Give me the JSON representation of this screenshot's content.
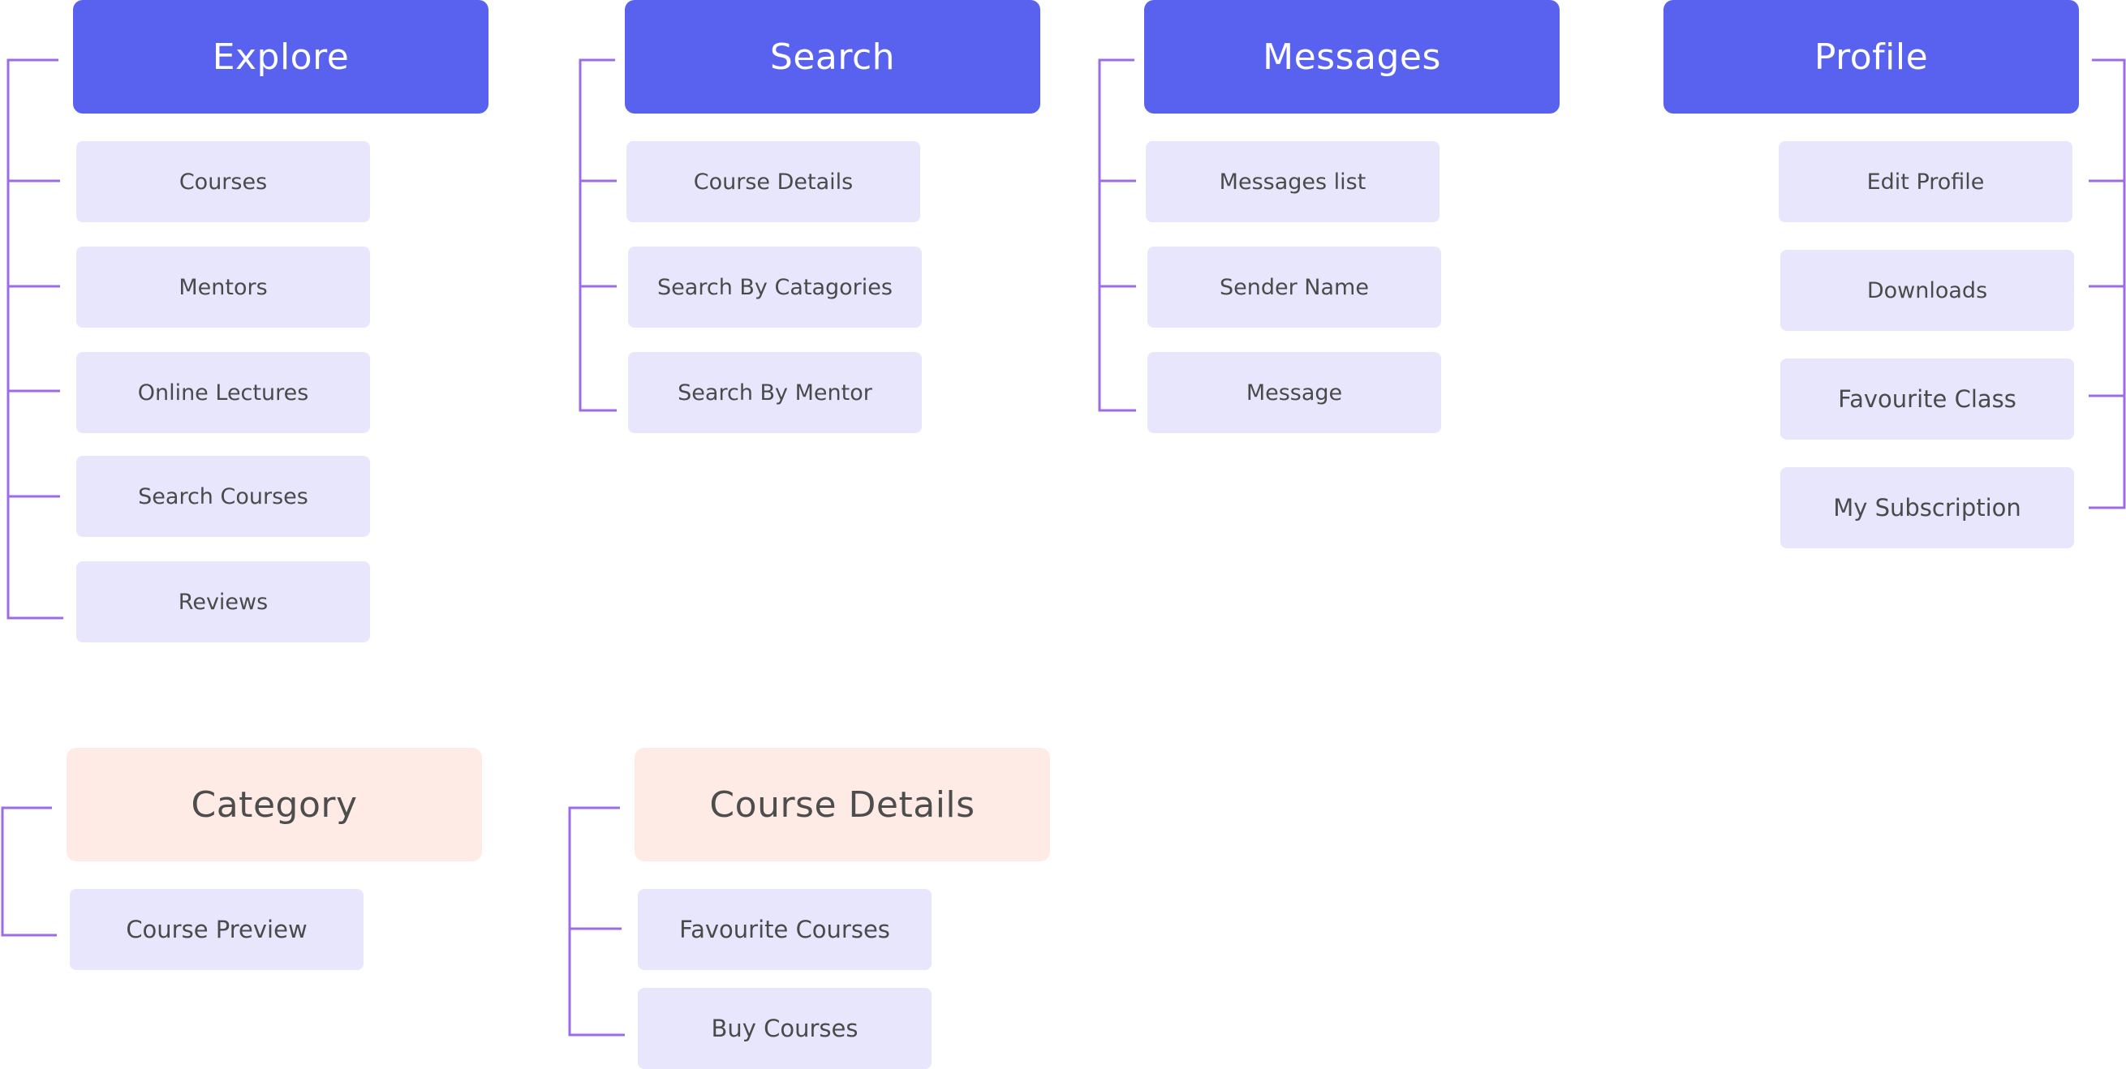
{
  "groups": [
    {
      "header": "Explore",
      "items": [
        "Courses",
        "Mentors",
        "Online Lectures",
        "Search Courses",
        "Reviews"
      ]
    },
    {
      "header": "Search",
      "items": [
        "Course Details",
        "Search By Catagories",
        "Search By Mentor"
      ]
    },
    {
      "header": "Messages",
      "items": [
        "Messages list",
        "Sender Name",
        "Message"
      ]
    },
    {
      "header": "Profile",
      "items": [
        "Edit Profile",
        "Downloads",
        "Favourite Class",
        "My Subscription"
      ]
    },
    {
      "header": "Category",
      "items": [
        "Course Preview"
      ]
    },
    {
      "header": "Course Details",
      "items": [
        "Favourite Courses",
        "Buy Courses"
      ]
    }
  ],
  "colors": {
    "primary_header": "#5862ef",
    "secondary_header": "#ffebe6",
    "item_fill": "#e8e6fd",
    "connector": "#9d6ce4"
  }
}
